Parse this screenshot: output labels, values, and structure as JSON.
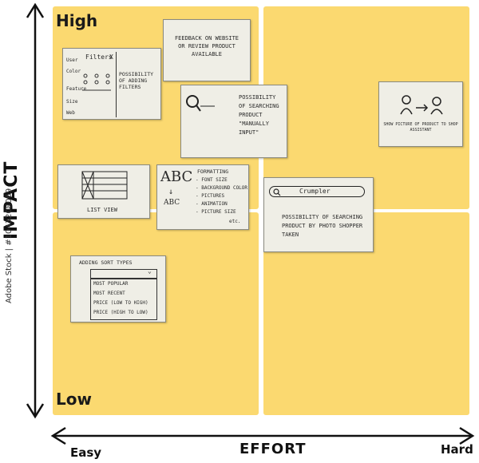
{
  "axes": {
    "y_label": "IMPACT",
    "x_label": "EFFORT",
    "x_start": "Easy",
    "x_end": "Hard",
    "y_top": "High",
    "y_bottom": "Low"
  },
  "notes": {
    "filters": {
      "title": "Filters",
      "close": "X",
      "rows": [
        "User",
        "Color",
        "Feature",
        "Size",
        "Web"
      ],
      "side": "Possibility of adding filters"
    },
    "feedback": {
      "text": "Feedback on website or review product available"
    },
    "search": {
      "text": "Possibility of searching product \"Manually input\""
    },
    "shop_assistant": {
      "text": "Show picture of product to shop assistant"
    },
    "list_view": {
      "label": "List view"
    },
    "formatting": {
      "big": "ABC",
      "small": "ABC",
      "title": "Formatting",
      "items": [
        "- Font size",
        "- Background color",
        "- Pictures",
        "- Animation",
        "- Picture size"
      ],
      "etc": "etc."
    },
    "crumpler": {
      "title": "Crumpler",
      "text": "Possibility of searching product by photo shopper taken"
    },
    "sort": {
      "title": "Adding sort types",
      "options": [
        "Most popular",
        "Most recent",
        "Price (low to high)",
        "Price (high to low)"
      ]
    }
  },
  "watermark": "Adobe Stock | #1043208069",
  "colors": {
    "quadrant": "#fbd970",
    "note": "#efeee6",
    "ink": "#1a1a1a"
  }
}
